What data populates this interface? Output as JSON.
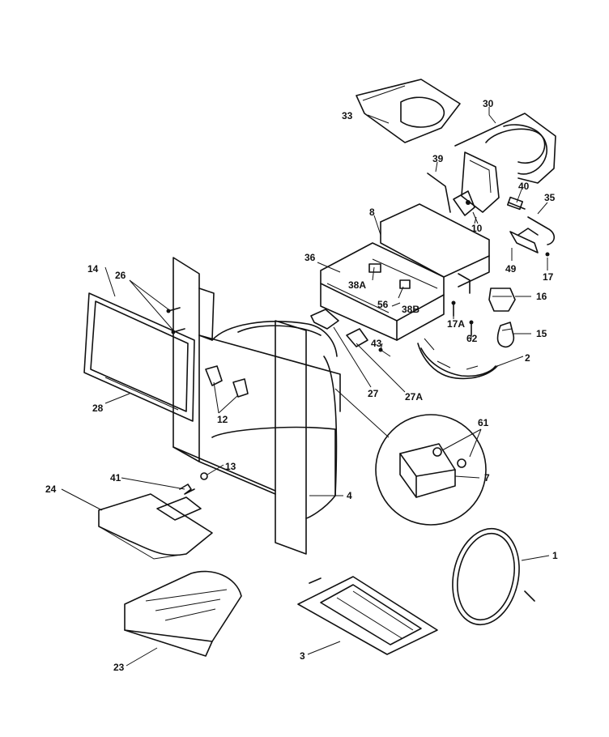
{
  "callouts": {
    "c1": "1",
    "c2": "2",
    "c3": "3",
    "c4": "4",
    "c7": "7",
    "c8": "8",
    "c10": "10",
    "c12": "12",
    "c13": "13",
    "c14": "14",
    "c15": "15",
    "c16": "16",
    "c17": "17",
    "c17a": "17A",
    "c23": "23",
    "c24": "24",
    "c26": "26",
    "c27": "27",
    "c27a": "27A",
    "c28": "28",
    "c30": "30",
    "c33": "33",
    "c35": "35",
    "c36": "36",
    "c38a": "38A",
    "c38b": "38B",
    "c39": "39",
    "c40": "40",
    "c41": "41",
    "c43": "43",
    "c49": "49",
    "c56": "56",
    "c61": "61",
    "c62": "62"
  }
}
